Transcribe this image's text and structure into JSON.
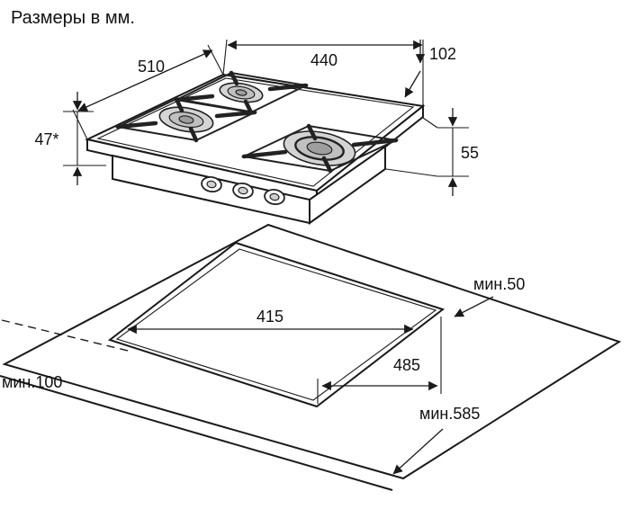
{
  "title": "Размеры в мм.",
  "top_view": {
    "dims": {
      "width": "440",
      "corner_offset": "102",
      "depth": "510",
      "height_left": "47*",
      "height_right": "55"
    }
  },
  "installation_view": {
    "dims": {
      "cutout_width": "415",
      "cutout_depth": "485",
      "min_back_clearance": "мин.50",
      "min_side_clearance": "мин.100",
      "min_worktop_depth": "мин.585"
    }
  },
  "colors": {
    "line": "#1a1a1a",
    "burner_fill": "#d4d4d4",
    "burner_fill_mid": "#c0c0c0",
    "burner_fill_core": "#9e9e9e",
    "background": "#ffffff"
  }
}
